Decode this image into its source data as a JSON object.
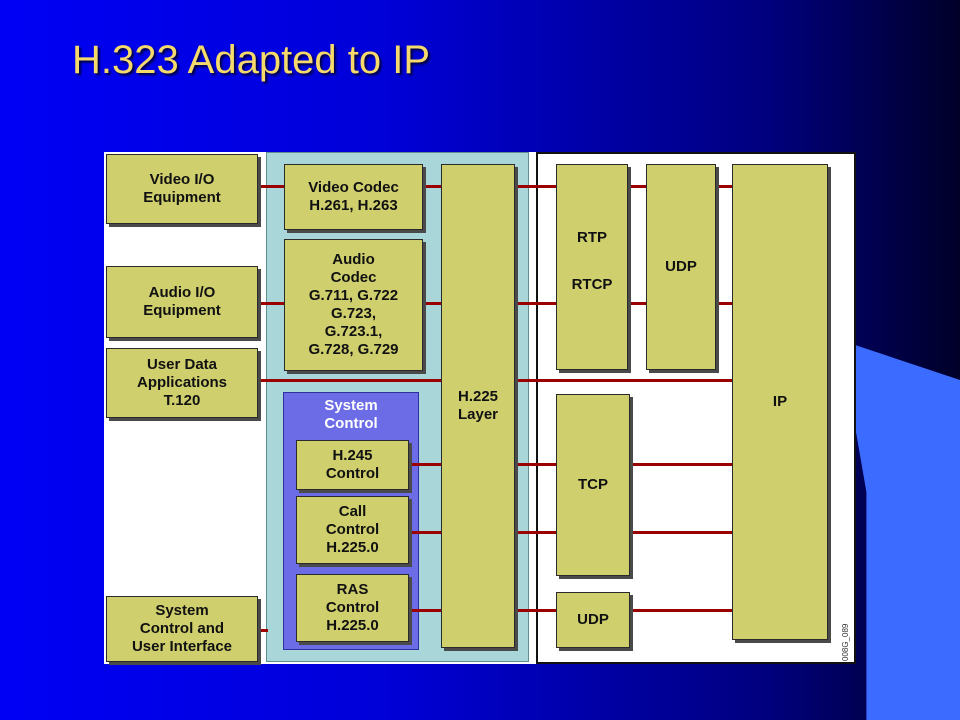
{
  "title": "H.323 Adapted to IP",
  "equipment": {
    "video_io": "Video I/O\nEquipment",
    "audio_io": "Audio I/O\nEquipment",
    "user_data": "User Data\nApplications\nT.120",
    "system_control_ui": "System\nControl and\nUser Interface"
  },
  "h323": {
    "video_codec": "Video Codec\nH.261, H.263",
    "audio_codec": "Audio\nCodec\nG.711, G.722\nG.723,\nG.723.1,\nG.728, G.729",
    "system_control_label": "System\nControl",
    "h245_control": "H.245\nControl",
    "call_control": "Call\nControl\nH.225.0",
    "ras_control": "RAS\nControl\nH.225.0",
    "h225_layer": "H.225\nLayer"
  },
  "network": {
    "rtp": "RTP",
    "rtcp": "RTCP",
    "udp_top": "UDP",
    "tcp": "TCP",
    "udp_bottom": "UDP",
    "ip": "IP"
  },
  "figure_code": "008G_089",
  "colors": {
    "box_fill": "#cfcf6e",
    "h323_zone": "#a9d6d8",
    "system_zone": "#6c6ce6",
    "link": "#9a0000",
    "title": "#f5d96b"
  }
}
